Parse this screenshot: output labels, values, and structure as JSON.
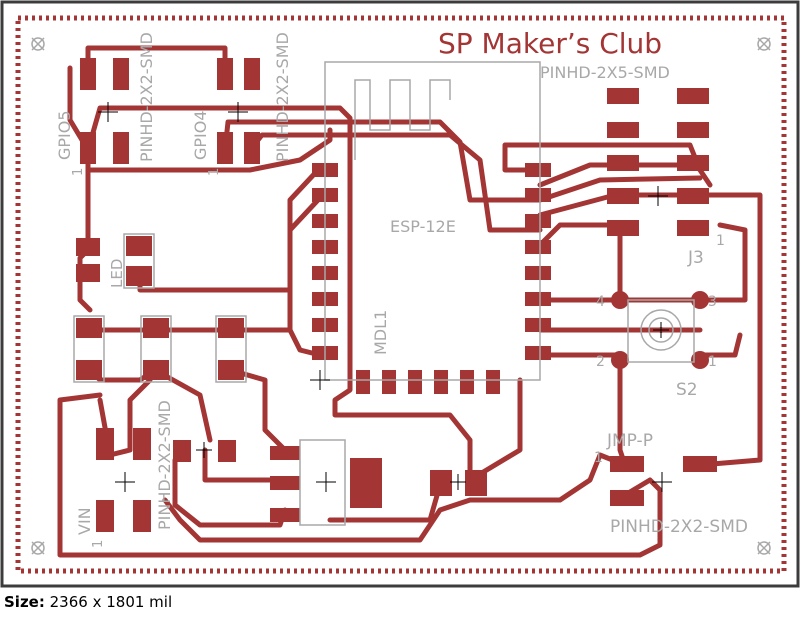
{
  "board": {
    "title": "SP Maker’s Club",
    "colors": {
      "copper": "#a33535",
      "silk": "#a8a8a8",
      "outline": "#3c3c3c",
      "background": "#ffffff"
    }
  },
  "labels": {
    "gpio5": "GPIO5",
    "gpio4": "GPIO4",
    "pinhd_2x2_smd": "PINHD-2X2-SMD",
    "pinhd_2x5_smd": "PINHD-2X5-SMD",
    "esp12e": "ESP-12E",
    "mdl1": "MDL1",
    "j3": "J3",
    "s2": "S2",
    "jmp_p": "JMP-P",
    "vin": "VIN",
    "led": "LED",
    "pin1": "1",
    "sw1": "1",
    "sw2": "2",
    "sw3": "3",
    "sw4": "4"
  },
  "footer": {
    "size_label": "Size:",
    "size_value": "2366 x 1801 mil"
  }
}
